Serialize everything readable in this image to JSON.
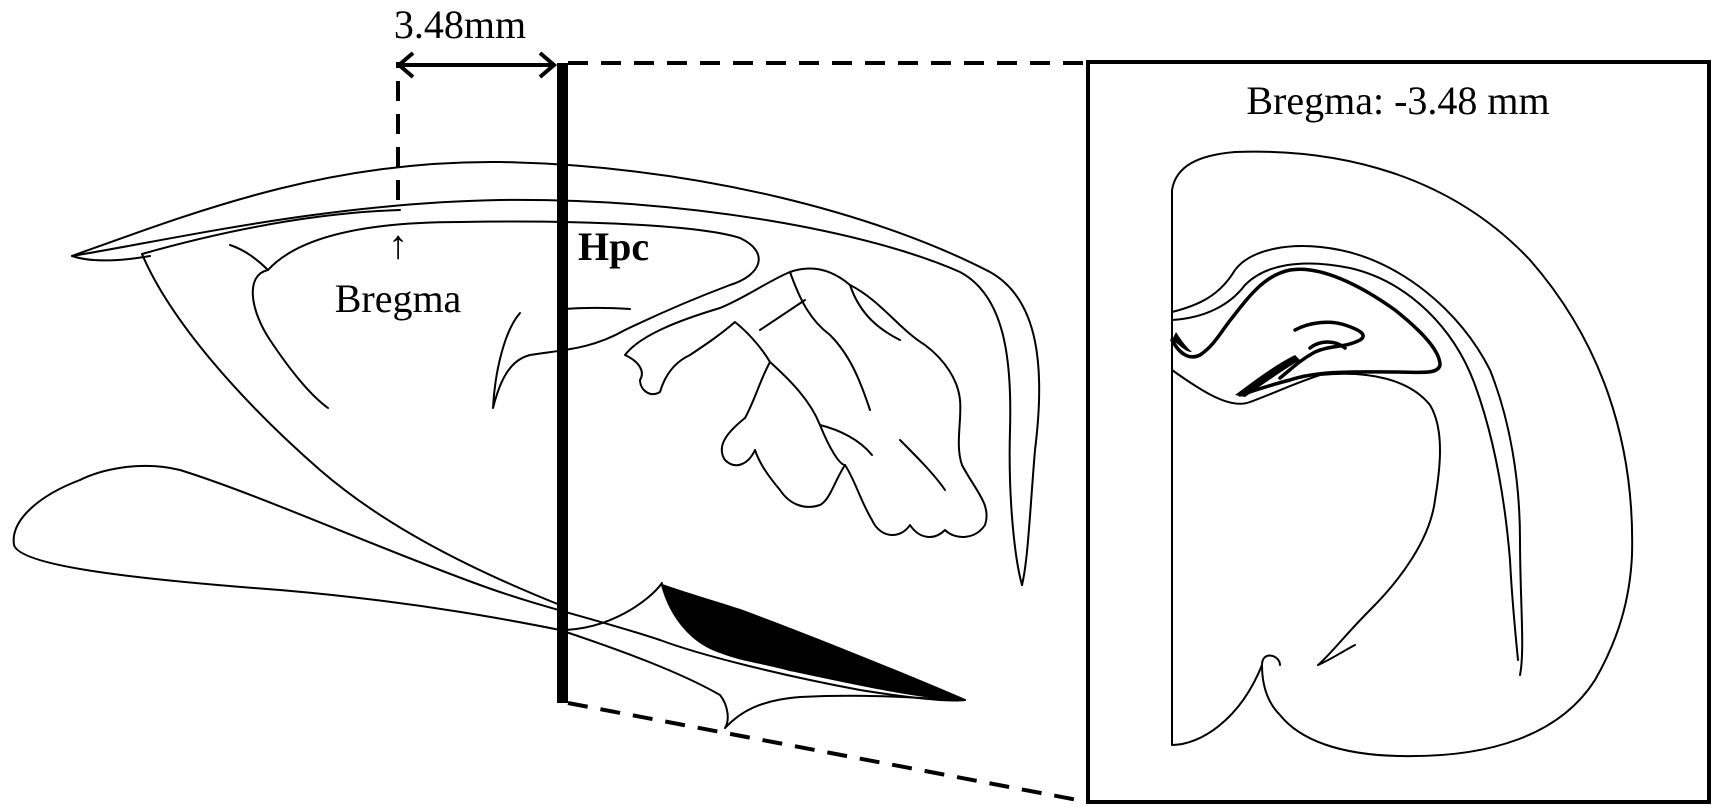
{
  "figure": {
    "distance_label": "3.48mm",
    "bregma_arrow": "↑",
    "bregma_label": "Bregma",
    "region_label": "Hpc",
    "inset_title": "Bregma: -3.48 mm"
  }
}
